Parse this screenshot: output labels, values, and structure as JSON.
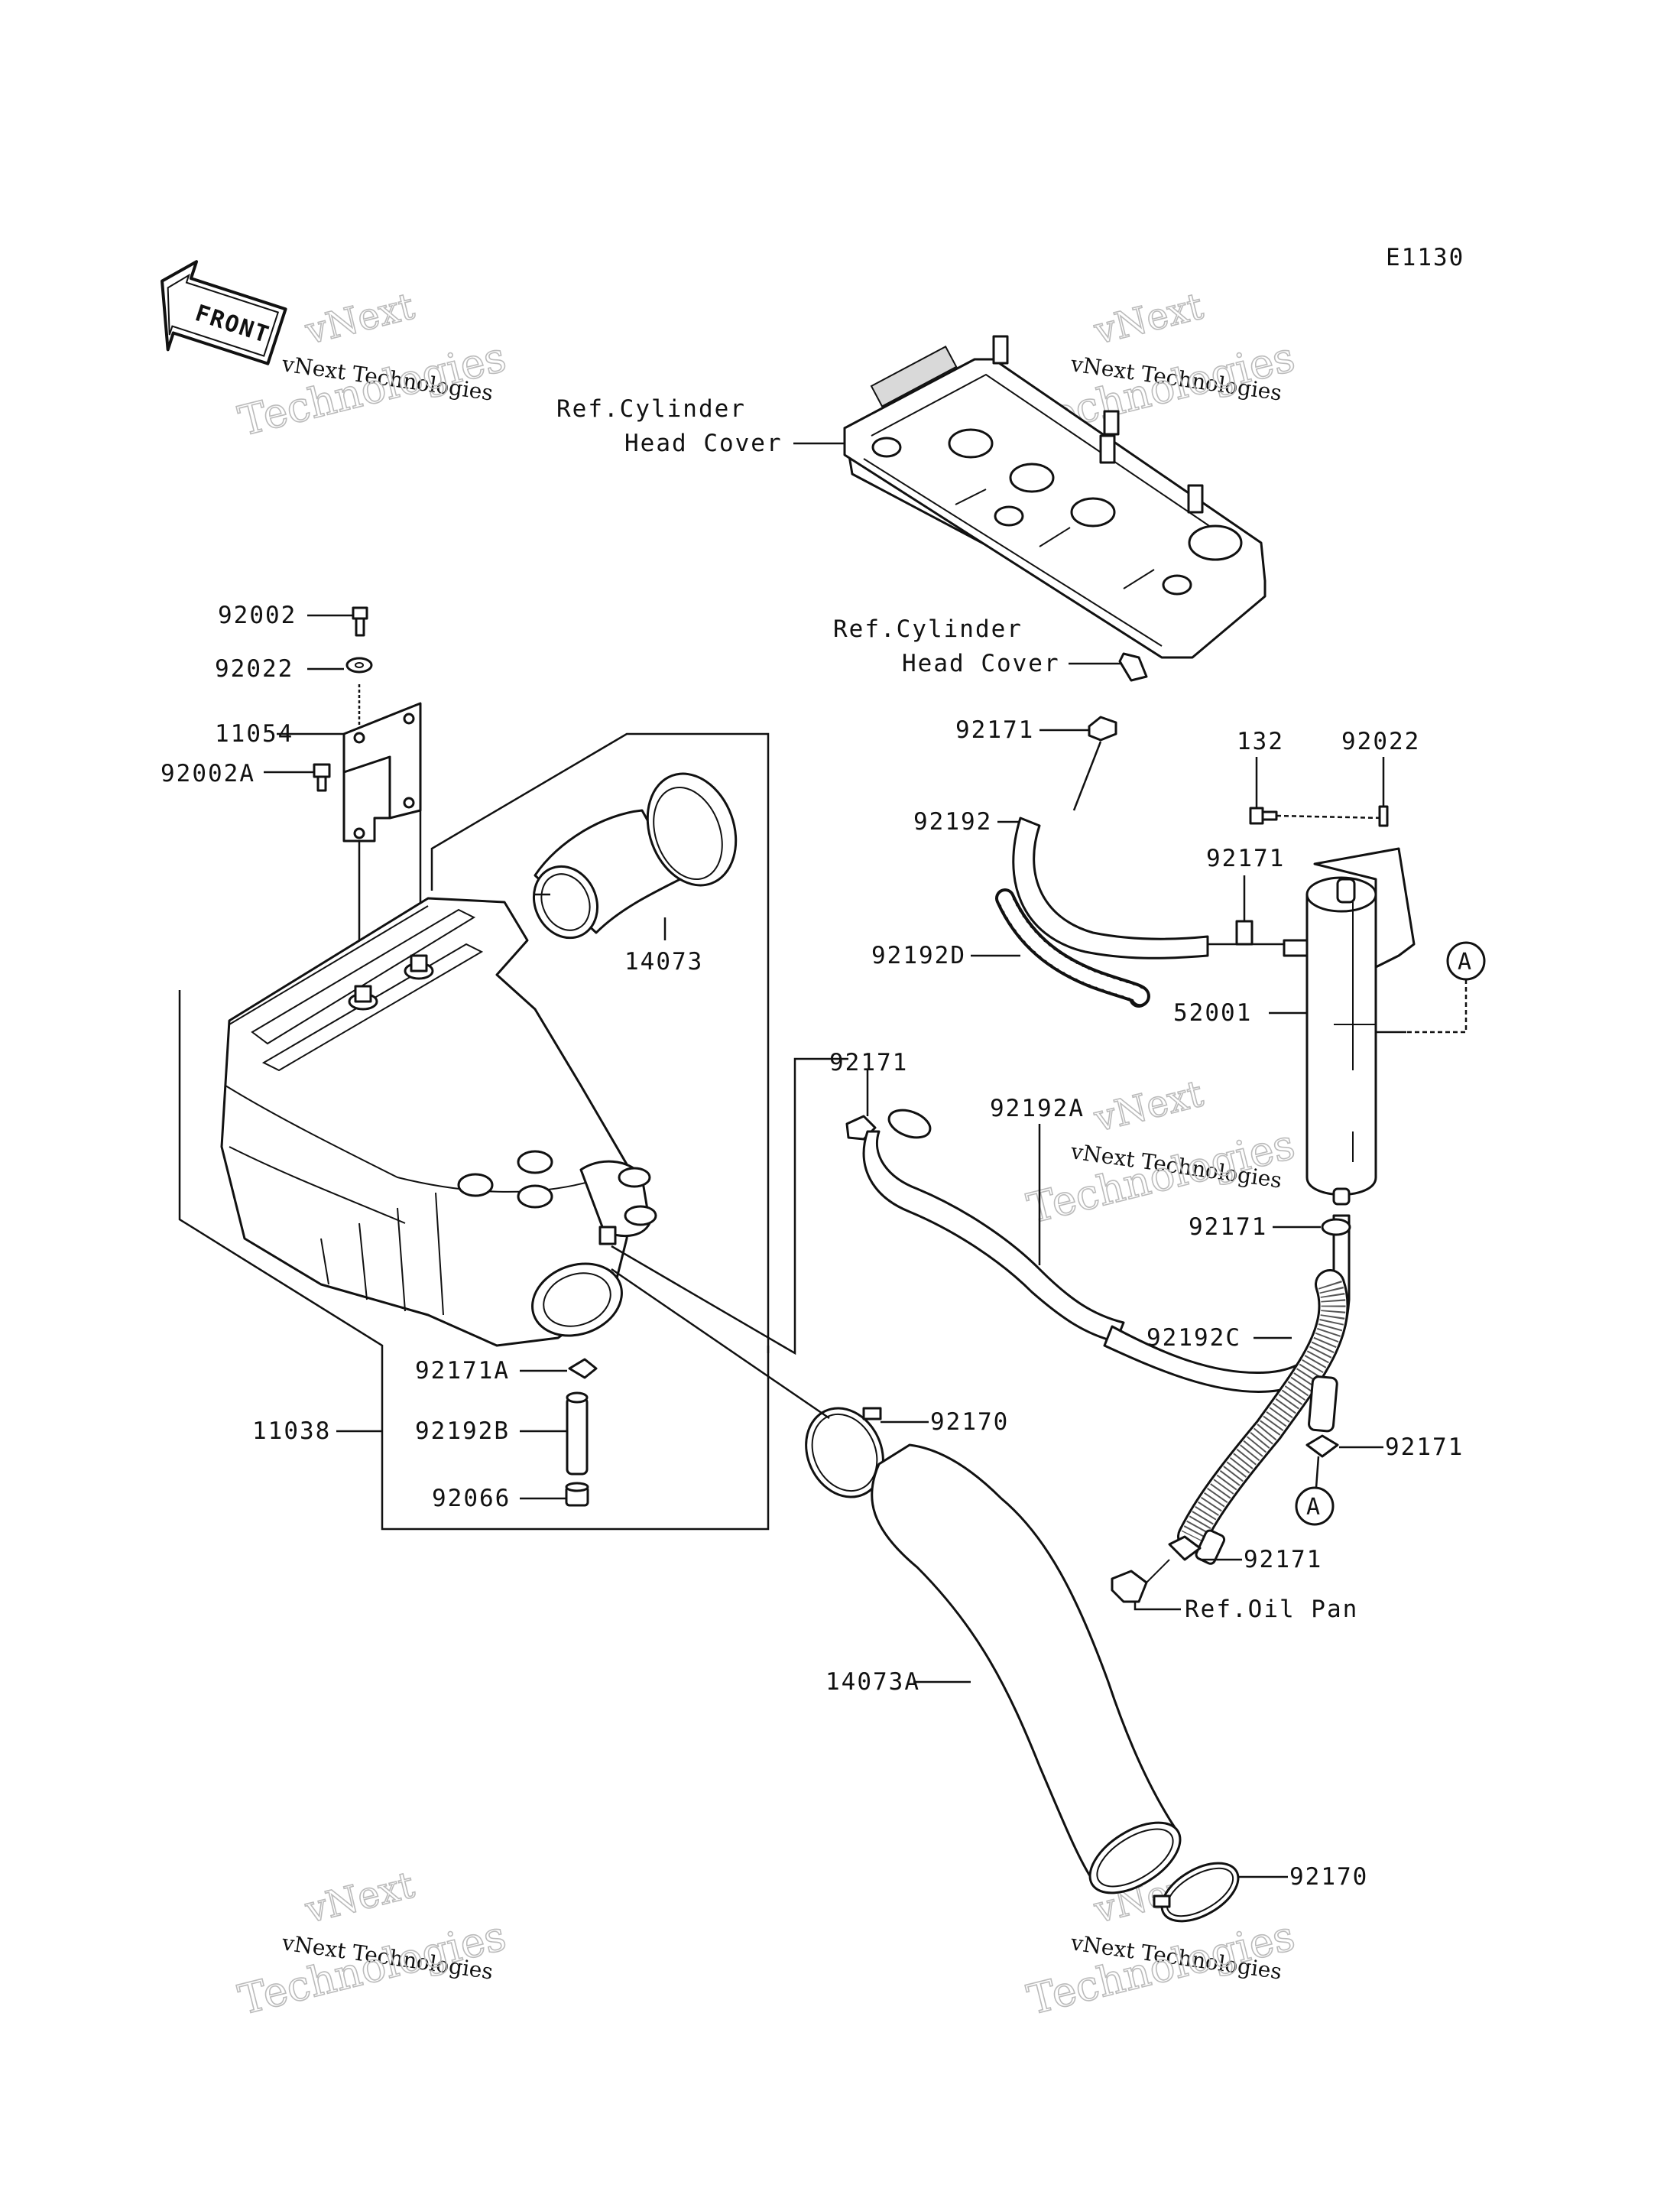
{
  "diagram_code": "E1130",
  "front_label": "FRONT",
  "watermark": {
    "line1": "vNext",
    "line2": "vNext Technologies",
    "line3": "Technologies"
  },
  "labels": {
    "ref_cyl_head_cover_1a": "Ref.Cylinder",
    "ref_cyl_head_cover_1b": "Head Cover",
    "ref_cyl_head_cover_2a": "Ref.Cylinder",
    "ref_cyl_head_cover_2b": "Head Cover",
    "p92002": "92002",
    "p92022_left": "92022",
    "p11054": "11054",
    "p92002A": "92002A",
    "p14073": "14073",
    "p92171_top": "92171",
    "p92192": "92192",
    "p132": "132",
    "p92022_right": "92022",
    "p92171_mid": "92171",
    "p92192D": "92192D",
    "p52001": "52001",
    "callout_A_top": "A",
    "p92171_left": "92171",
    "p92192A": "92192A",
    "p92171_canister": "92171",
    "p92192C": "92192C",
    "p92171A": "92171A",
    "p92170_top": "92170",
    "p11038": "11038",
    "p92192B": "92192B",
    "p92171_right": "92171",
    "p92066": "92066",
    "callout_A_bottom": "A",
    "p92171_bottom": "92171",
    "ref_oil_pan": "Ref.Oil Pan",
    "p14073A": "14073A",
    "p92170_bottom": "92170"
  }
}
